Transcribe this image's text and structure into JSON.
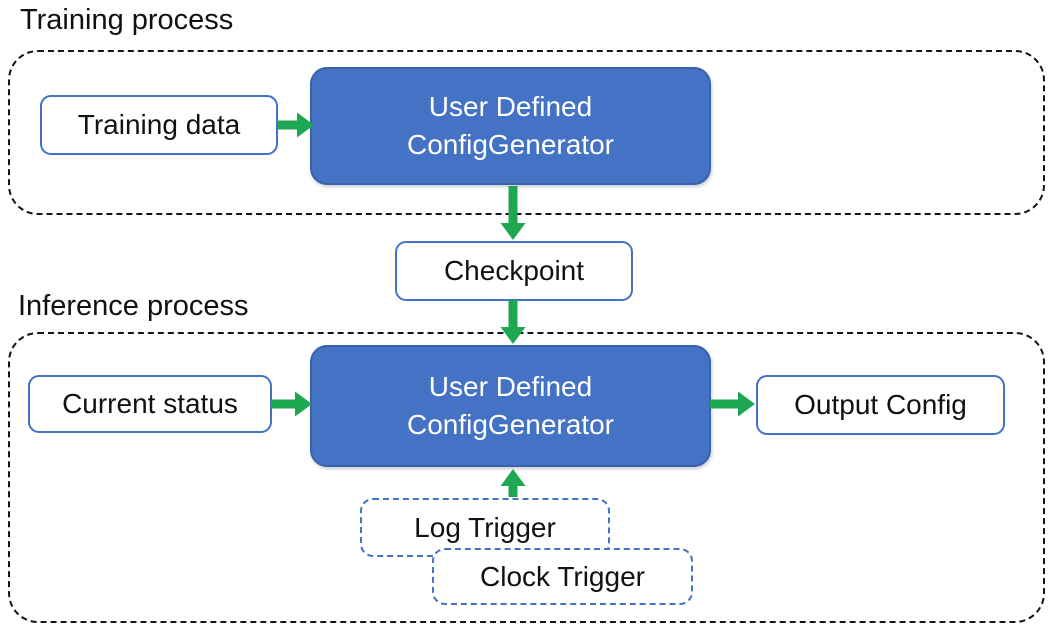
{
  "colors": {
    "node_fill": "#4472C4",
    "node_border": "#3A62A9",
    "box_border": "#4472C4",
    "arrow_green": "#1CA750",
    "outline_black": "#141414",
    "text_black": "#111111"
  },
  "training": {
    "section_label": "Training process",
    "input_label": "Training data",
    "generator_line1": "User Defined",
    "generator_line2": "ConfigGenerator"
  },
  "checkpoint_label": "Checkpoint",
  "inference": {
    "section_label": "Inference process",
    "input_label": "Current status",
    "generator_line1": "User Defined",
    "generator_line2": "ConfigGenerator",
    "output_label": "Output Config",
    "log_trigger_label": "Log Trigger",
    "clock_trigger_label": "Clock Trigger"
  }
}
